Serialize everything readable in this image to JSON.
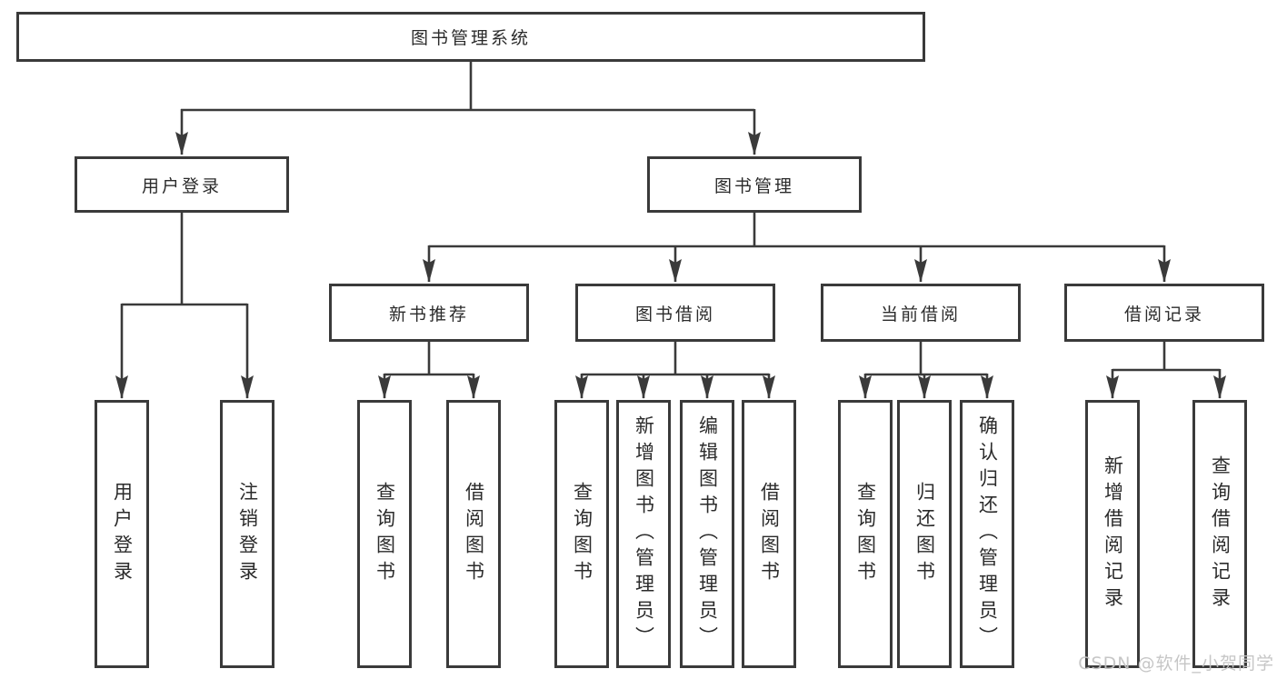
{
  "diagram_type": "hierarchy",
  "colors": {
    "background": "#ffffff",
    "line": "#3a3a3a",
    "box_border": "#3a3a3a",
    "box_fill": "#ffffff",
    "text": "#2b2b2b",
    "watermark": "#c3c3c3"
  },
  "root": {
    "label": "图书管理系统"
  },
  "branches": [
    {
      "label": "用户登录",
      "children": [
        {
          "label": "用户登录"
        },
        {
          "label": "注销登录"
        }
      ]
    },
    {
      "label": "图书管理",
      "children": [
        {
          "label": "新书推荐",
          "children": [
            {
              "label": "查询图书"
            },
            {
              "label": "借阅图书"
            }
          ]
        },
        {
          "label": "图书借阅",
          "children": [
            {
              "label": "查询图书"
            },
            {
              "label": "新增图书（管理员）"
            },
            {
              "label": "编辑图书（管理员）"
            },
            {
              "label": "借阅图书"
            }
          ]
        },
        {
          "label": "当前借阅",
          "children": [
            {
              "label": "查询图书"
            },
            {
              "label": "归还图书"
            },
            {
              "label": "确认归还（管理员）"
            }
          ]
        },
        {
          "label": "借阅记录",
          "children": [
            {
              "label": "新增借阅记录"
            },
            {
              "label": "查询借阅记录"
            }
          ]
        }
      ]
    }
  ],
  "watermark": "CSDN @软件_小贺同学"
}
